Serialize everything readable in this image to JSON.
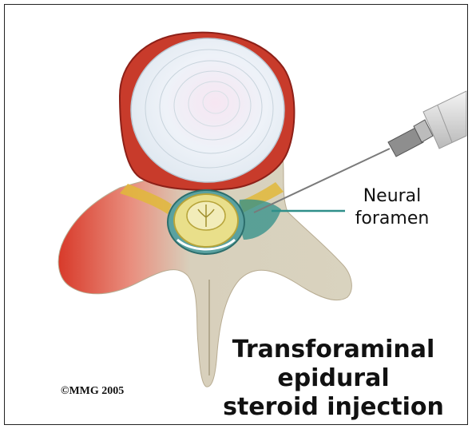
{
  "labels": {
    "neural_line1": "Neural",
    "neural_line2": "foramen"
  },
  "title": {
    "line1": "Transforaminal",
    "line2": "epidural",
    "line3": "steroid injection"
  },
  "copyright": "©MMG 2005"
}
